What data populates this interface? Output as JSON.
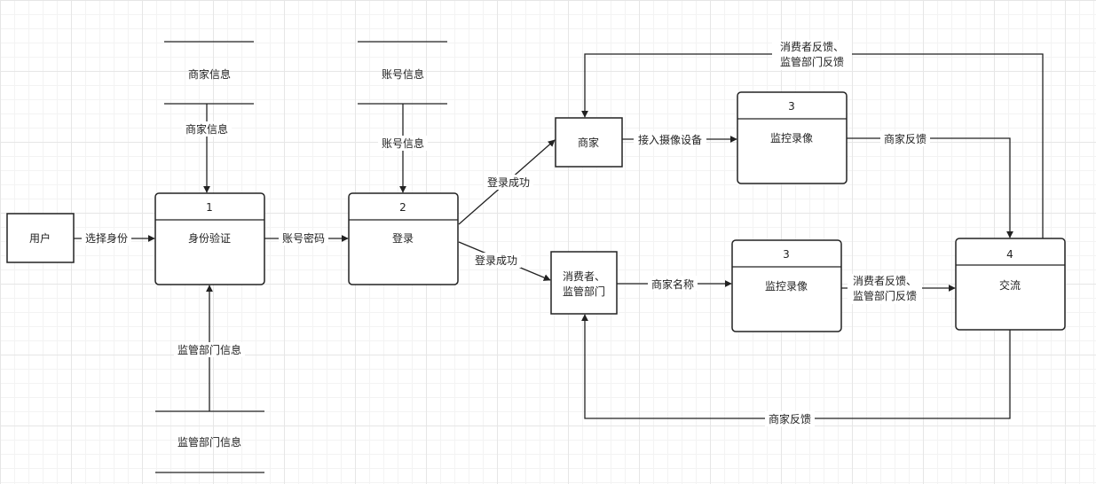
{
  "entities": {
    "user": "用户",
    "merchant": "商家",
    "consumer_line1": "消费者、",
    "consumer_line2": "监管部门"
  },
  "processes": {
    "verify": {
      "number": "1",
      "name": "身份验证"
    },
    "login": {
      "number": "2",
      "name": "登录"
    },
    "monitor_top": {
      "number": "3",
      "name": "监控录像"
    },
    "monitor_bottom": {
      "number": "3",
      "name": "监控录像"
    },
    "communicate": {
      "number": "4",
      "name": "交流"
    }
  },
  "data_stores": {
    "merchant_info": "商家信息",
    "account_info": "账号信息",
    "regulator_info": "监管部门信息"
  },
  "flows": {
    "select_identity": "选择身份",
    "merchant_info": "商家信息",
    "regulator_info": "监管部门信息",
    "account_password": "账号密码",
    "account_info": "账号信息",
    "login_success_top": "登录成功",
    "login_success_bottom": "登录成功",
    "connect_camera": "接入摄像设备",
    "merchant_name": "商家名称",
    "merchant_feedback_top": "商家反馈",
    "consumer_feedback_line1": "消费者反馈、",
    "consumer_feedback_line2": "监管部门反馈",
    "top_feedback_line1": "消费者反馈、",
    "top_feedback_line2": "监管部门反馈",
    "bottom_feedback": "商家反馈"
  }
}
